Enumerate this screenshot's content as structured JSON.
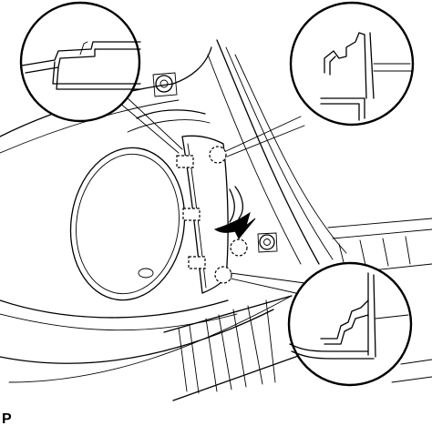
{
  "figure": {
    "code": "P"
  },
  "components": {
    "panel_tab_count": 3,
    "clip_count": 3,
    "detail_callouts": 3
  },
  "colors": {
    "line": "#000000",
    "background": "#ffffff"
  },
  "icons": [
    "curved-arrow-icon",
    "clip-icon",
    "tab-icon"
  ]
}
